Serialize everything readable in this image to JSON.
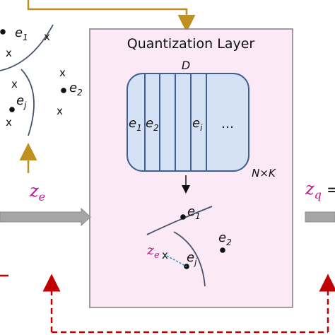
{
  "quantization_layer": {
    "title": "Quantization Layer",
    "codebook_label": "D",
    "codebook_size_label": "N×K",
    "codebook_entries": [
      {
        "base": "e",
        "sub": "1"
      },
      {
        "base": "e",
        "sub": "2"
      },
      {
        "base": "e",
        "sub": "i"
      }
    ],
    "ellipsis": "…",
    "inner_points": {
      "e1": {
        "base": "e",
        "sub": "1"
      },
      "e2": {
        "base": "e",
        "sub": "2"
      },
      "ej": {
        "base": "e",
        "sub": "j"
      },
      "ze": {
        "base": "z",
        "sub": "e"
      },
      "cross": "x"
    }
  },
  "left_panel": {
    "points": {
      "e1": {
        "base": "e",
        "sub": "1"
      },
      "e2": {
        "base": "e",
        "sub": "2"
      },
      "ej": {
        "base": "e",
        "sub": "j"
      }
    },
    "cross": "x"
  },
  "inputs": {
    "ze": {
      "base": "z",
      "sub": "e"
    },
    "zq": {
      "base": "z",
      "sub": "q"
    },
    "equals": "="
  },
  "colors": {
    "panel_fill": "#fbe9f6",
    "panel_stroke": "#7f7f7f",
    "codebook_fill": "#d5e2f5",
    "codebook_stroke": "#3f5f95",
    "latent_color": "#c0168f",
    "arrow_gold": "#c09020",
    "arrow_gray": "#9e9e9e",
    "feedback_red": "#c00000",
    "boundary_curve": "#45536a",
    "distance_line": "#2a9fbf"
  }
}
